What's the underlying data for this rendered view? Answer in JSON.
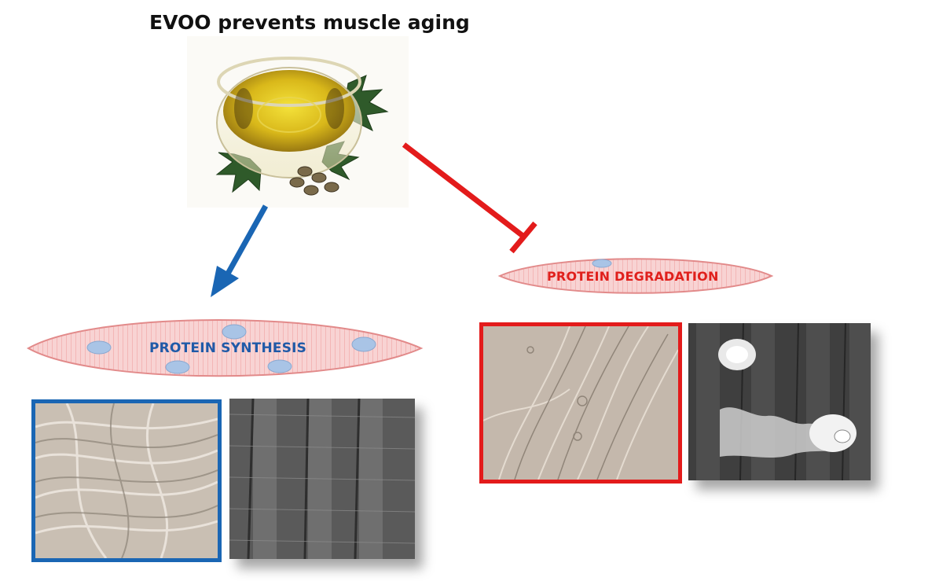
{
  "title": "EVOO prevents muscle aging",
  "labels": {
    "synthesis": "PROTEIN SYNTHESIS",
    "degradation": "PROTEIN DEGRADATION"
  },
  "colors": {
    "promote_arrow": "#1a66b4",
    "inhibit_arrow": "#e31b1b",
    "synthesis_text": "#1f5aa8",
    "degradation_text": "#e0201c",
    "cell_fill": "#f6c3c3",
    "nucleus_fill": "#a9c4e6"
  },
  "relations": [
    {
      "from": "EVOO",
      "to": "protein-synthesis",
      "type": "promotes"
    },
    {
      "from": "EVOO",
      "to": "protein-degradation",
      "type": "inhibits"
    }
  ]
}
